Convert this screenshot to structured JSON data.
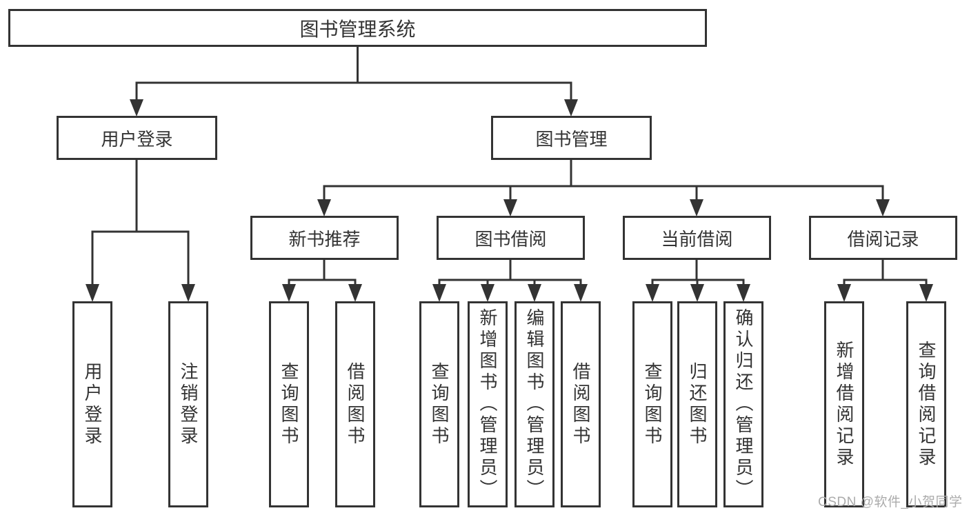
{
  "diagram": {
    "root": {
      "label": "图书管理系统"
    },
    "level2": {
      "user_login": {
        "label": "用户登录"
      },
      "book_mgmt": {
        "label": "图书管理"
      }
    },
    "level3": {
      "new_books": {
        "label": "新书推荐"
      },
      "book_borrow": {
        "label": "图书借阅"
      },
      "current_borrow": {
        "label": "当前借阅"
      },
      "borrow_records": {
        "label": "借阅记录"
      }
    },
    "leaves": {
      "user_login": [
        "用户登录",
        "注销登录"
      ],
      "new_books": [
        "查询图书",
        "借阅图书"
      ],
      "book_borrow": [
        "查询图书",
        "新增图书（管理员）",
        "编辑图书（管理员）",
        "借阅图书"
      ],
      "current_borrow": [
        "查询图书",
        "归还图书",
        "确认归还（管理员）"
      ],
      "borrow_records": [
        "新增借阅记录",
        "查询借阅记录"
      ]
    }
  },
  "watermark": {
    "text": "CSDN @软件_小贺同学"
  },
  "colors": {
    "line": "#333333",
    "text": "#333333",
    "watermark": "#ababab",
    "background": "#ffffff"
  }
}
